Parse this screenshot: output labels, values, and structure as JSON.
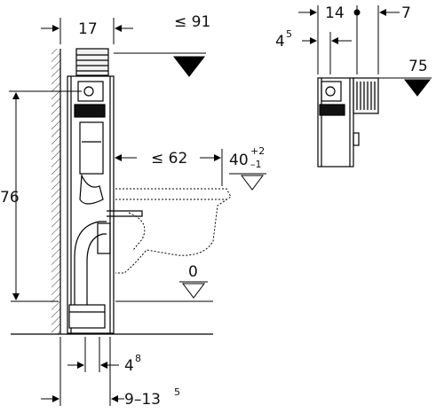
{
  "dimensions": {
    "frame_depth": "17",
    "top_max": "≤ 91",
    "height": "76",
    "bowl_projection": "≤ 62",
    "rim_base": "40",
    "rim_tol_plus": "+2",
    "rim_tol_minus": "–1",
    "floor_level": "0",
    "foot_base": "4",
    "foot_sup": "8",
    "adjust_base": "9–13",
    "adjust_sup": "5",
    "side_width": "14",
    "side_offset": "7",
    "side_small_base": "4",
    "side_small_sup": "5",
    "side_height": "75"
  }
}
